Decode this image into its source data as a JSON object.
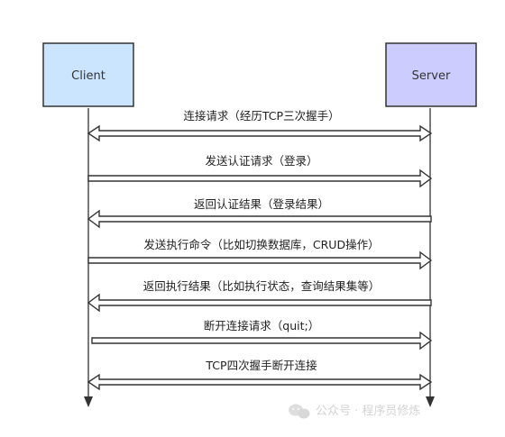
{
  "actors": {
    "client": {
      "label": "Client",
      "fill": "#cce5ff"
    },
    "server": {
      "label": "Server",
      "fill": "#ccccff"
    }
  },
  "messages": [
    {
      "id": "connect-request",
      "label": "连接请求（经历TCP三次握手）",
      "direction": "both"
    },
    {
      "id": "send-auth-request",
      "label": "发送认证请求（登录）",
      "direction": "to-server"
    },
    {
      "id": "return-auth-result",
      "label": "返回认证结果（登录结果）",
      "direction": "to-client"
    },
    {
      "id": "send-exec-command",
      "label": "发送执行命令（比如切换数据库，CRUD操作）",
      "direction": "to-server"
    },
    {
      "id": "return-exec-result",
      "label": "返回执行结果（比如执行状态，查询结果集等）",
      "direction": "to-client"
    },
    {
      "id": "disconnect-request",
      "label": "断开连接请求（quit;）",
      "direction": "to-server"
    },
    {
      "id": "tcp-four-way-close",
      "label": "TCP四次握手断开连接",
      "direction": "both"
    }
  ],
  "watermark": {
    "text": "公众号 · 程序员修炼"
  },
  "colors": {
    "stroke": "#333333",
    "line": "#222222"
  }
}
